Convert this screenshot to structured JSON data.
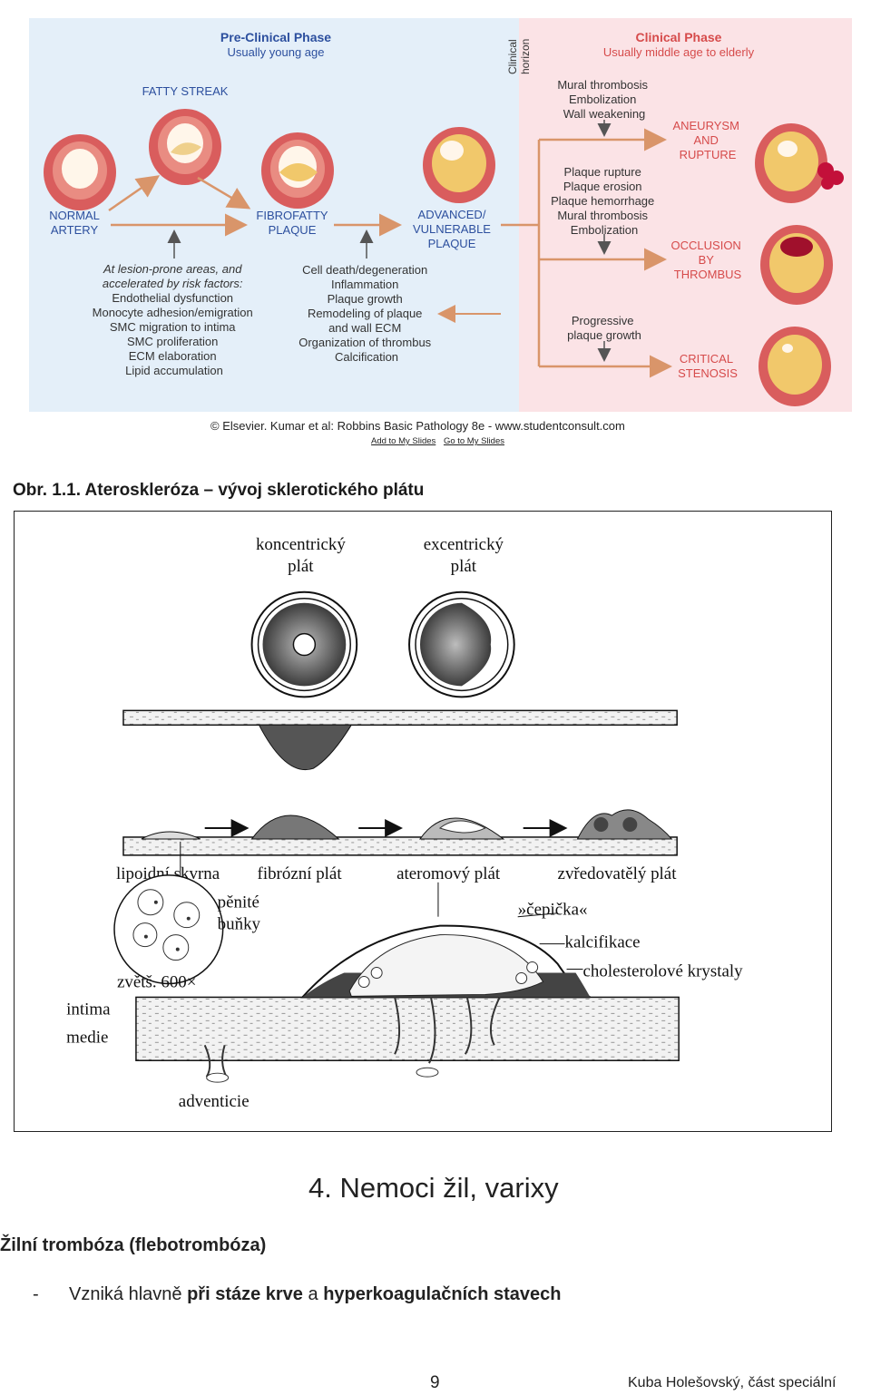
{
  "figure1": {
    "preclinical_title": "Pre-Clinical Phase",
    "preclinical_sub": "Usually young age",
    "clinical_horizon_1": "Clinical",
    "clinical_horizon_2": "horizon",
    "clinical_title": "Clinical Phase",
    "clinical_sub": "Usually middle age to elderly",
    "fatty_streak": "FATTY STREAK",
    "normal_1": "NORMAL",
    "normal_2": "ARTERY",
    "fibrofatty_1": "FIBROFATTY",
    "fibrofatty_2": "PLAQUE",
    "advanced_1": "ADVANCED/",
    "advanced_2": "VULNERABLE",
    "advanced_3": "PLAQUE",
    "risk_lines": [
      "At lesion-prone areas, and",
      "accelerated by risk factors:",
      "Endothelial dysfunction",
      "Monocyte adhesion/emigration",
      "SMC migration to intima",
      "SMC proliferation",
      "ECM elaboration",
      "Lipid accumulation"
    ],
    "cell_lines": [
      "Cell death/degeneration",
      "Inflammation",
      "Plaque growth",
      "Remodeling of plaque",
      "and wall ECM",
      "Organization of thrombus",
      "Calcification"
    ],
    "mural_lines": [
      "Mural thrombosis",
      "Embolization",
      "Wall weakening"
    ],
    "rupture_lines": [
      "Plaque rupture",
      "Plaque erosion",
      "Plaque hemorrhage",
      "Mural thrombosis",
      "Embolization"
    ],
    "progressive_lines": [
      "Progressive",
      "plaque growth"
    ],
    "aneurysm_lines": [
      "ANEURYSM",
      "AND",
      "RUPTURE"
    ],
    "occlusion_lines": [
      "OCCLUSION",
      "BY",
      "THROMBUS"
    ],
    "critical_lines": [
      "CRITICAL",
      "STENOSIS"
    ],
    "colors": {
      "preclinical_bg": "#e4eff9",
      "clinical_bg": "#fbe3e6",
      "title_blue": "#2c4f9e",
      "label_red": "#d64b4b",
      "arrow": "#e6a47a"
    }
  },
  "copyright": "© Elsevier. Kumar et al: Robbins Basic Pathology 8e - www.studentconsult.com",
  "slide_links": {
    "add": "Add to My Slides",
    "go": "Go to My Slides"
  },
  "caption": "Obr. 1.1. Ateroskleróza – vývoj sklerotického plátu",
  "figure2": {
    "koncentricky": "koncentrický",
    "excentricky": "excentrický",
    "plat": "plát",
    "lipoidni": "lipoidní skvrna",
    "fibrozni": "fibrózní plát",
    "ateromovy": "ateromový plát",
    "zvredovately": "zvředovatělý plát",
    "penite": "pěnité",
    "bunky": "buňky",
    "cepicka": "»čepička«",
    "kalcifikace": "kalcifikace",
    "cholesterol": "cholesterolové krystaly",
    "zvets": "zvětš. 600×",
    "intima": "intima",
    "medie": "medie",
    "adventicie": "adventicie"
  },
  "section_heading": "4. Nemoci žil, varixy",
  "subheading": "Žilní trombóza (flebotrombóza)",
  "bullet": {
    "dash": "-",
    "text1": "Vzniká hlavně ",
    "bold1": "při stáze krve",
    "text2": " a ",
    "bold2": "hyperkoagulačních stavech"
  },
  "footer": {
    "page": "9",
    "author": "Kuba Holešovský, část speciální"
  }
}
